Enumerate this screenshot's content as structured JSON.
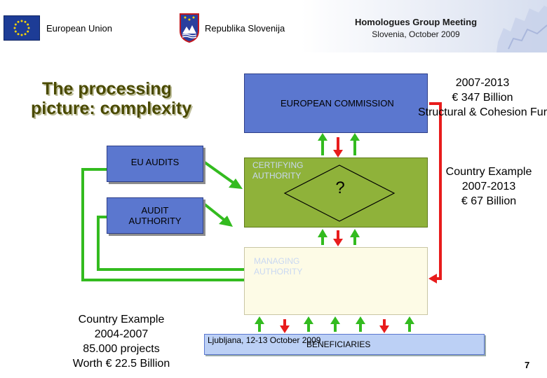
{
  "header": {
    "eu_label": "European Union",
    "si_label": "Republika Slovenija",
    "meeting_title": "Homologues Group Meeting",
    "meeting_subtitle": "Slovenia, October 2009"
  },
  "title": [
    "The processing",
    "picture: complexity"
  ],
  "diagram": {
    "eu_audits": "EU AUDITS",
    "audit_authority": [
      "AUDIT",
      "AUTHORITY"
    ],
    "european_commission": "EUROPEAN COMMISSION",
    "certifying_authority": [
      "CERTIFYING",
      "AUTHORITY"
    ],
    "question": "?",
    "managing_authority": [
      "MANAGING",
      "AUTHORITY"
    ],
    "beneficiaries": "BENEFICIARIES"
  },
  "ec_stats": [
    "2007-2013",
    "€ 347 Billion",
    "Structural & Cohesion Fur"
  ],
  "country_example_right": [
    "Country Example",
    "2007-2013",
    "€ 67 Billion"
  ],
  "country_example_left": [
    "Country Example",
    "2004-2007",
    "85.000 projects",
    "Worth € 22.5 Billion"
  ],
  "footer": "Ljubljana, 12-13 October 2009",
  "page_number": "7",
  "colors": {
    "box_blue": "#5b77cf",
    "certifying_green": "#8fb23a",
    "managing_cream": "#fdfbe6",
    "beneficiaries_blue": "#bcd0f5",
    "arrow_green": "#33bb1f",
    "arrow_red": "#e81c1c"
  }
}
